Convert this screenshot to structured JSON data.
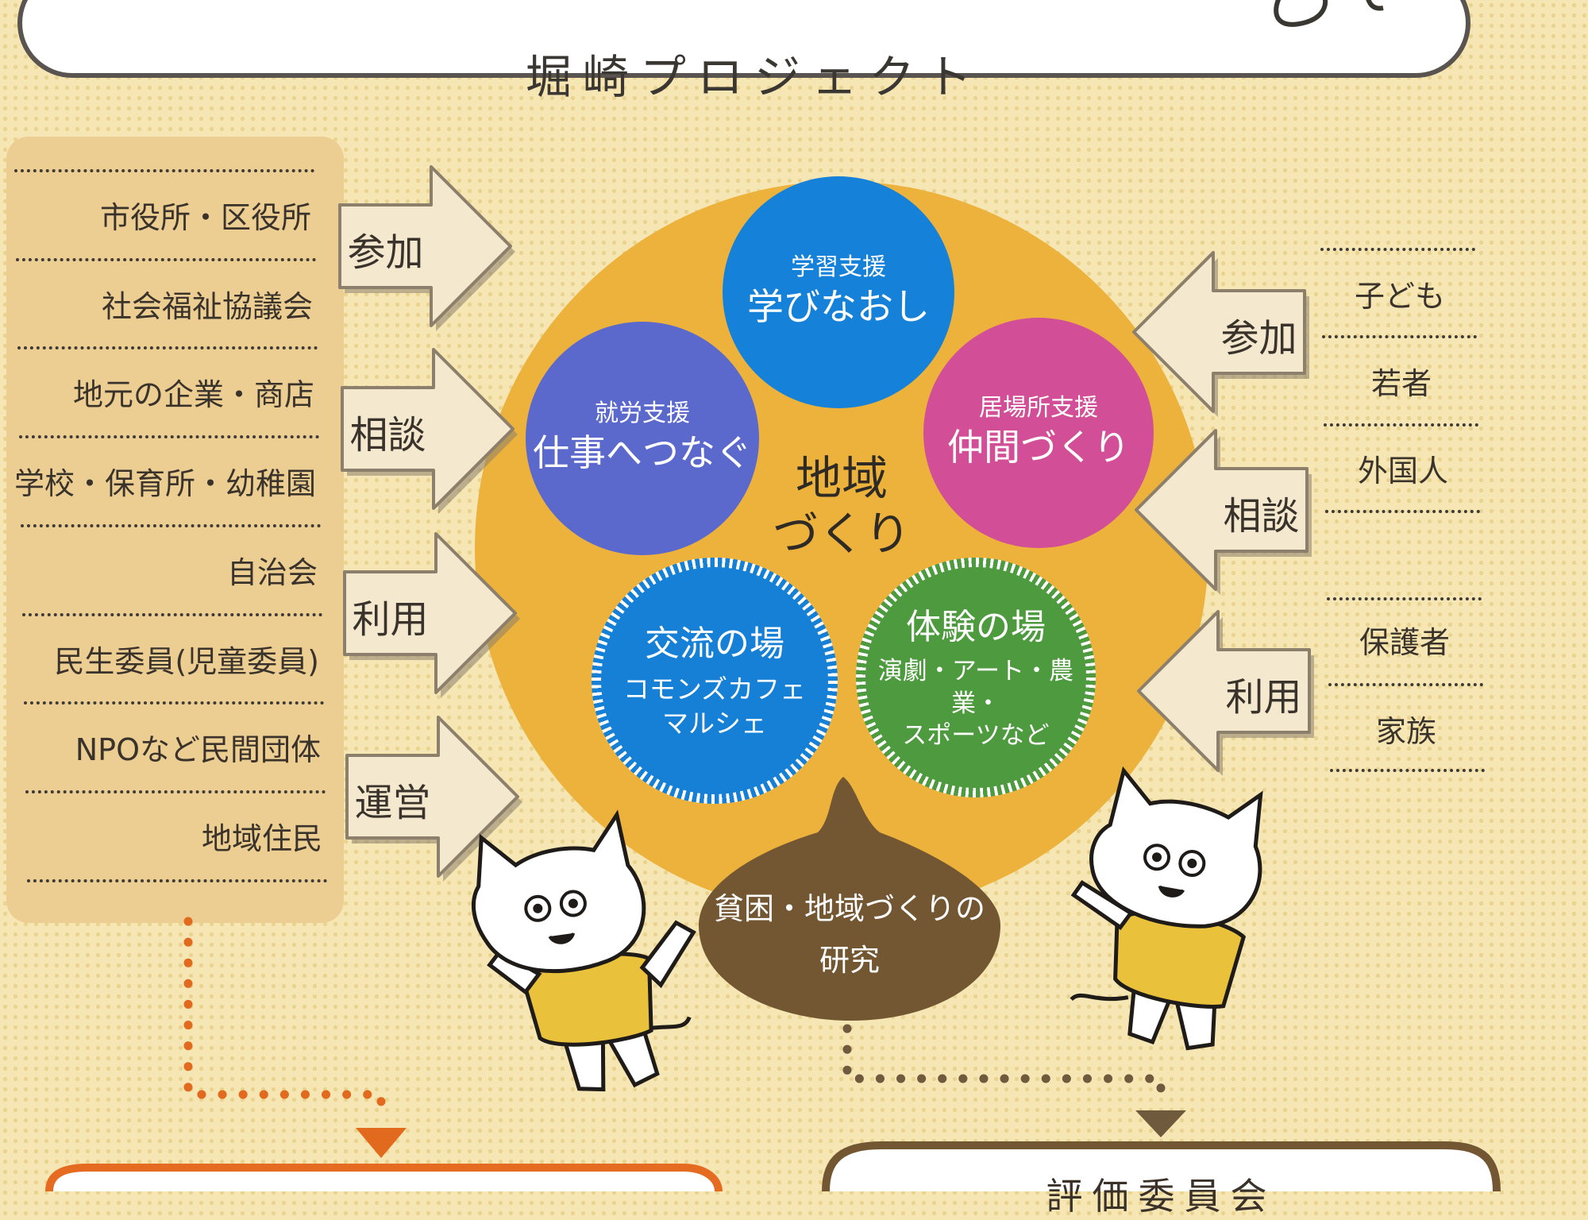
{
  "title": "堀崎プロジェクト",
  "center_label": [
    "地域",
    "づくり"
  ],
  "left_organizations": [
    "市役所・区役所",
    "社会福祉協議会",
    "地元の企業・商店",
    "学校・保育所・幼稚園",
    "自治会",
    "民生委員(児童委員)",
    "NPOなど民間団体",
    "地域住民"
  ],
  "left_arrows": [
    "参加",
    "相談",
    "利用",
    "運営"
  ],
  "right_arrows": [
    "参加",
    "相談",
    "利用"
  ],
  "right_audience": [
    "子ども",
    "若者",
    "外国人",
    "保護者",
    "家族"
  ],
  "circles": {
    "learning": {
      "small": "学習支援",
      "big": "学びなおし"
    },
    "work": {
      "small": "就労支援",
      "big": "仕事へつなぐ"
    },
    "place": {
      "small": "居場所支援",
      "big": "仲間づくり"
    },
    "exchange": {
      "big": "交流の場",
      "lines": [
        "コモンズカフェ",
        "マルシェ"
      ]
    },
    "experience": {
      "big": "体験の場",
      "lines": [
        "演劇・アート・農業・",
        "スポーツなど"
      ]
    }
  },
  "research": [
    "貧困・地域づくりの",
    "研究"
  ],
  "bottom_right_box": "評価委員会",
  "colors": {
    "big_circle": "#ecb23c",
    "learning": "#1681d8",
    "work": "#5b69cc",
    "place": "#d24f98",
    "exchange": "#1580d6",
    "experience": "#4e9a3e",
    "research": "#735632",
    "arrow_fill": "#f4e8cf",
    "background": "#f6e6b4"
  }
}
